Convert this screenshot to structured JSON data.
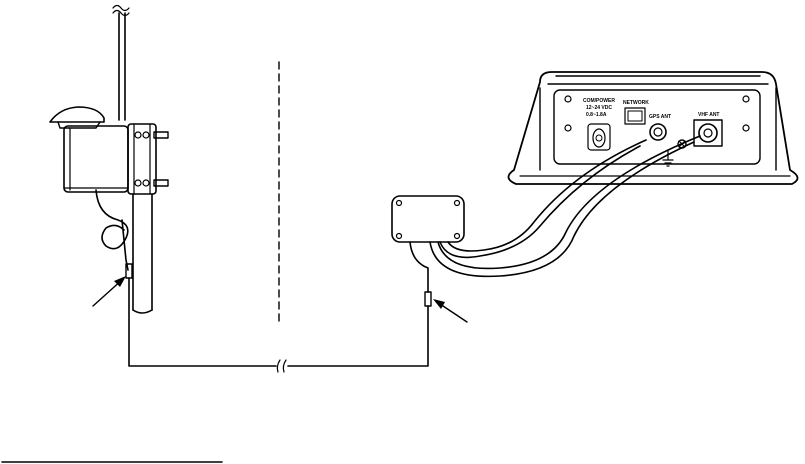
{
  "labels": {
    "power": "COM/POWER",
    "voltage": "12~24 VDC",
    "current": "0.8~1.8A",
    "network": "NETWORK",
    "gps_ant": "GPS ANT",
    "vhf_ant": "VHF ANT"
  },
  "colors": {
    "ink": "#000000",
    "background": "#ffffff",
    "unit_fill": "#ffffff"
  }
}
